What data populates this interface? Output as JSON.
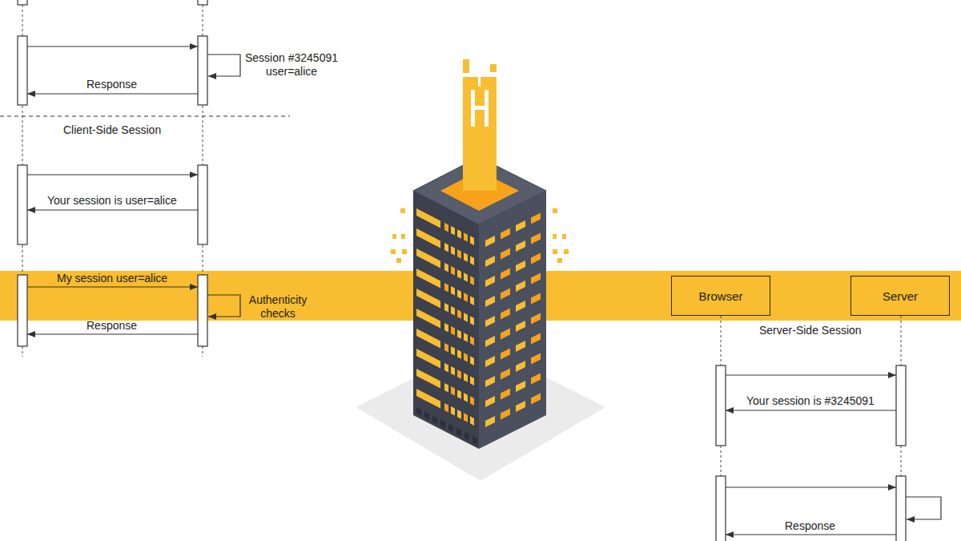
{
  "diagram": {
    "nodes": [
      {
        "text": [
          "Browser"
        ]
      },
      {
        "text": [
          "Server"
        ]
      }
    ],
    "labels": [
      "Session #3245091 user=alice",
      "Response",
      "Client-Side Session",
      "Your session is user=alice",
      "My session user=alice",
      "Authenticity checks",
      "Response",
      "Server-Side Session",
      "Your session is #3245091",
      "Response"
    ]
  }
}
